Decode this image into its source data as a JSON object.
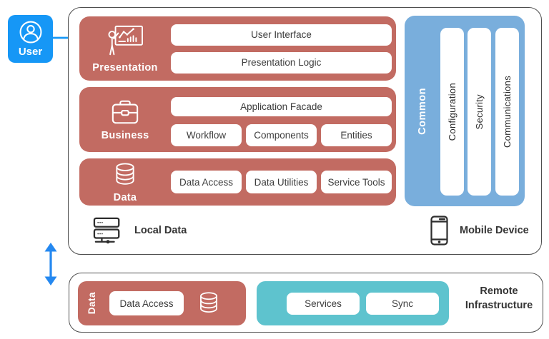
{
  "colors": {
    "layer_red": "#C26B62",
    "common_blue": "#79AEDC",
    "sync_teal": "#5EC3CE",
    "user_blue": "#1697F6",
    "arrow_blue": "#2488F0",
    "container_border": "#4E4E4E",
    "text_dark": "#343434"
  },
  "icons": {
    "user": "user-icon",
    "presentation": "presentation-chart-icon",
    "business": "briefcase-icon",
    "data": "database-icon",
    "local_data": "server-icon",
    "mobile_device": "smartphone-icon",
    "remote_data": "database-icon",
    "user_flow": "arrow-right-icon",
    "sync_link": "double-arrow-vertical-icon"
  },
  "user": {
    "label": "User"
  },
  "main": {
    "presentation": {
      "label": "Presentation",
      "boxes": [
        "User Interface",
        "Presentation Logic"
      ]
    },
    "business": {
      "label": "Business",
      "facade": "Application Facade",
      "boxes": [
        "Workflow",
        "Components",
        "Entities"
      ]
    },
    "data": {
      "label": "Data",
      "boxes": [
        "Data Access",
        "Data Utilities",
        "Service Tools"
      ]
    },
    "common": {
      "label": "Common",
      "pillars": [
        "Configuration",
        "Security",
        "Communications"
      ]
    },
    "local_data_label": "Local Data",
    "mobile_device_label": "Mobile Device"
  },
  "remote": {
    "data": {
      "label": "Data",
      "box": "Data Access"
    },
    "services_panel": {
      "boxes": [
        "Services",
        "Sync"
      ]
    },
    "title_line1": "Remote",
    "title_line2": "Infrastructure"
  }
}
